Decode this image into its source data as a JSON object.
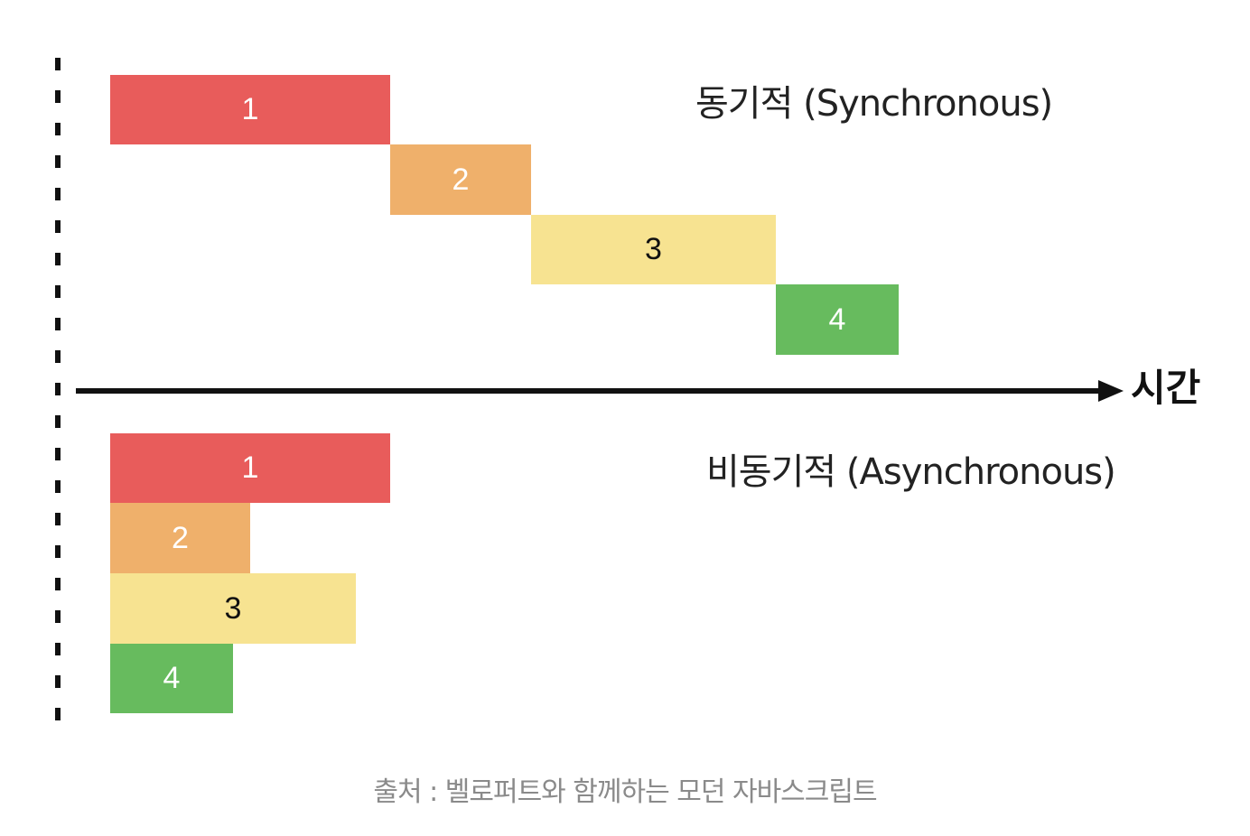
{
  "sync": {
    "title": "동기적 (Synchronous)",
    "tasks": [
      {
        "id": "1",
        "color": "#e85c5b",
        "text": "light"
      },
      {
        "id": "2",
        "color": "#efb06b",
        "text": "light"
      },
      {
        "id": "3",
        "color": "#f7e391",
        "text": "dark"
      },
      {
        "id": "4",
        "color": "#67bb5e",
        "text": "light"
      }
    ]
  },
  "async": {
    "title": "비동기적 (Asynchronous)",
    "tasks": [
      {
        "id": "1",
        "color": "#e85c5b",
        "text": "light"
      },
      {
        "id": "2",
        "color": "#efb06b",
        "text": "light"
      },
      {
        "id": "3",
        "color": "#f7e391",
        "text": "dark"
      },
      {
        "id": "4",
        "color": "#67bb5e",
        "text": "light"
      }
    ]
  },
  "axis": {
    "label": "시간"
  },
  "source": "출처 : 벨로퍼트와 함께하는 모던 자바스크립트"
}
